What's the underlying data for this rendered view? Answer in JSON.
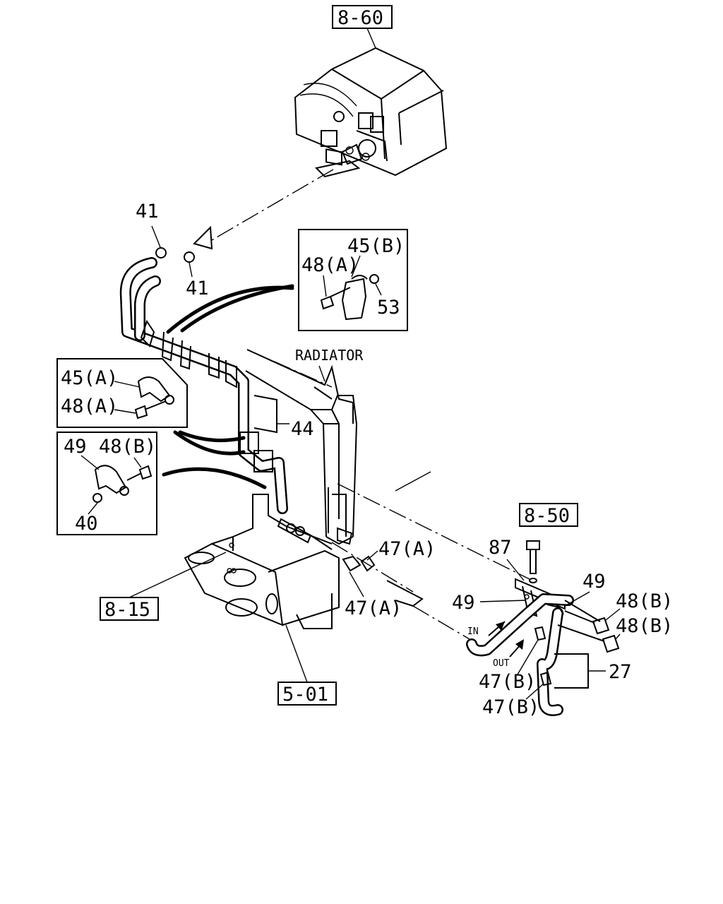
{
  "references": {
    "ref_8_60": "8-60",
    "ref_8_50": "8-50",
    "ref_8_15": "8-15",
    "ref_5_01": "5-01"
  },
  "labels": {
    "radiator": "RADIATOR",
    "in_arrow": "IN",
    "out_arrow": "OUT"
  },
  "callouts": {
    "c41_top": "41",
    "c41_bottom": "41",
    "c44": "44",
    "c45b": "45(B)",
    "c48a_detail1": "48(A)",
    "c53": "53",
    "c45a": "45(A)",
    "c48a_detail2": "48(A)",
    "c49_detail": "49",
    "c48b_detail": "48(B)",
    "c40": "40",
    "c47a_right": "47(A)",
    "c47a_below": "47(A)",
    "c87": "87",
    "c49_right": "49",
    "c49_left": "49",
    "c48b_upper": "48(B)",
    "c48b_lower": "48(B)",
    "c27": "27",
    "c47b_upper": "47(B)",
    "c47b_lower": "47(B)"
  }
}
